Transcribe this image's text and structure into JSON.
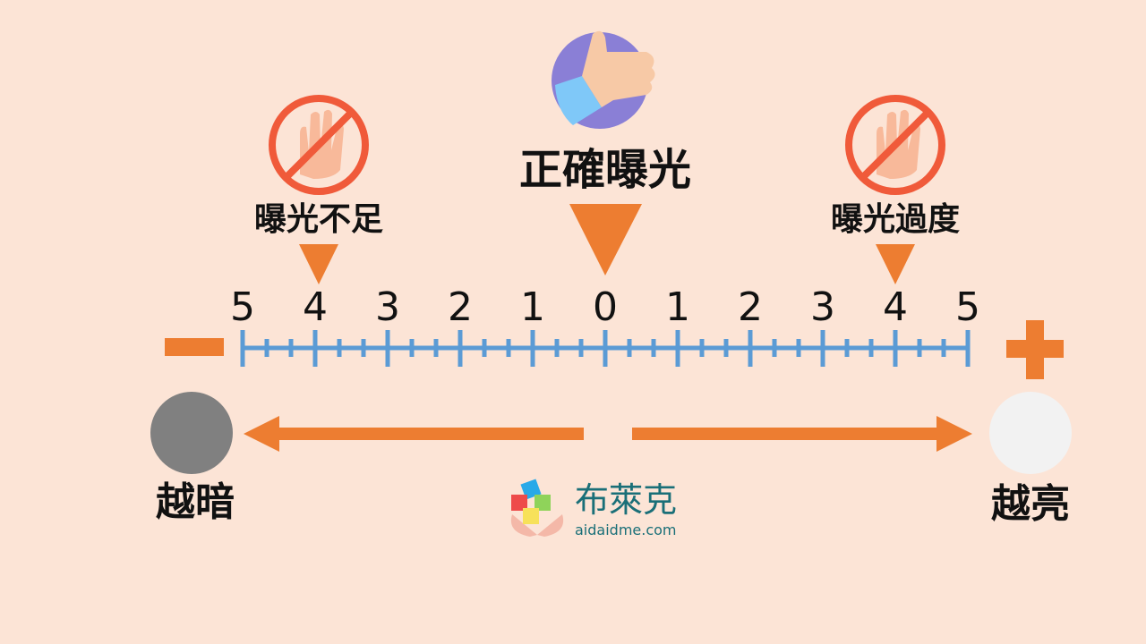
{
  "labels": {
    "underexposed": "曝光不足",
    "correct": "正確曝光",
    "overexposed": "曝光過度",
    "darker": "越暗",
    "brighter": "越亮"
  },
  "scale": {
    "ticks": [
      "5",
      "4",
      "3",
      "2",
      "1",
      "0",
      "1",
      "2",
      "3",
      "4",
      "5"
    ],
    "minus_sign": "minus-icon",
    "plus_sign": "plus-icon"
  },
  "logo": {
    "name": "布萊克",
    "site": "aidaidme.com"
  },
  "colors": {
    "background": "#fce4d6",
    "accent": "#ed7d31",
    "axis": "#5b9bd5",
    "prohibit": "#f05a3a",
    "dark": "#808080",
    "light": "#f2f2f2"
  }
}
